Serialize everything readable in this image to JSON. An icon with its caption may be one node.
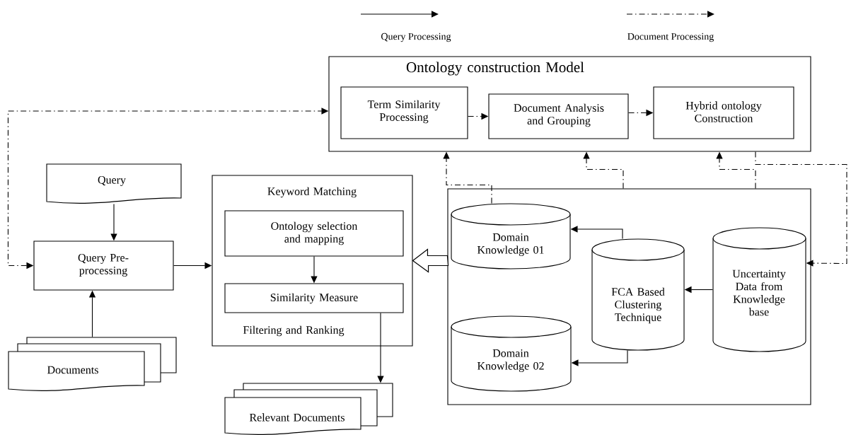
{
  "diagram": {
    "nodes": [
      {
        "text": [
          "Ontology construction Model"
        ]
      },
      {
        "text": [
          "Term Similarity Processing"
        ],
        "in": 0
      },
      {
        "text": [
          "Document Analysis and Grouping"
        ],
        "in": 0
      },
      {
        "text": [
          "Hybrid ontology Construction"
        ],
        "in": 0
      },
      {
        "text": [
          "Query"
        ]
      },
      {
        "text": [
          "Query Pre-processing"
        ]
      },
      {
        "text": [
          "Keyword Matching",
          "Filtering and Ranking"
        ]
      },
      {
        "text": [
          "Ontology selection and mapping"
        ],
        "in": 6
      },
      {
        "text": [
          "Similarity Measure"
        ],
        "in": 6
      },
      {
        "text": [
          "Documents"
        ]
      },
      {
        "text": [
          "Relevant Documents"
        ]
      },
      {
        "text": [],
        "shape": "box"
      },
      {
        "text": [
          "Domain Knowledge 01"
        ],
        "in": 11
      },
      {
        "text": [
          "FCA Based Clustering Technique"
        ],
        "in": 11
      },
      {
        "text": [
          "Uncertainty Data from Knowledge base"
        ],
        "in": 11
      },
      {
        "text": [
          "Domain Knowledge 02"
        ],
        "in": 11
      }
    ],
    "edges": [
      {
        "from": 4,
        "to": 5,
        "arrow": "to"
      },
      {
        "from": 9,
        "to": 5,
        "arrow": "to"
      },
      {
        "from": 5,
        "to": 6,
        "arrow": "to"
      },
      {
        "from": 7,
        "to": 8,
        "arrow": "to"
      },
      {
        "from": 8,
        "to": 10,
        "arrow": "to"
      },
      {
        "from": 11,
        "to": 6,
        "arrow": "to",
        "style": "thick"
      },
      {
        "from": 5,
        "to": 0,
        "arrow": "both",
        "style": "dashed"
      },
      {
        "from": 1,
        "to": 2,
        "arrow": "to",
        "style": "dashed"
      },
      {
        "from": 2,
        "to": 3,
        "arrow": "to",
        "style": "dashed"
      },
      {
        "from": 12,
        "to": 0,
        "arrow": "to",
        "style": "dashed"
      },
      {
        "from": 11,
        "to": 0,
        "arrow": "to",
        "style": "dashed"
      },
      {
        "from": 11,
        "to": 0,
        "arrow": "to",
        "style": "dashed"
      },
      {
        "from": 0,
        "to": 14,
        "arrow": "to",
        "style": "dashed"
      },
      {
        "from": 14,
        "to": 13,
        "arrow": "to"
      },
      {
        "from": 13,
        "to": 12,
        "arrow": "to"
      },
      {
        "from": 13,
        "to": 15,
        "arrow": "to"
      }
    ],
    "legend": [
      {
        "text": "Query Processing"
      },
      {
        "text": "Document Processing"
      }
    ]
  }
}
